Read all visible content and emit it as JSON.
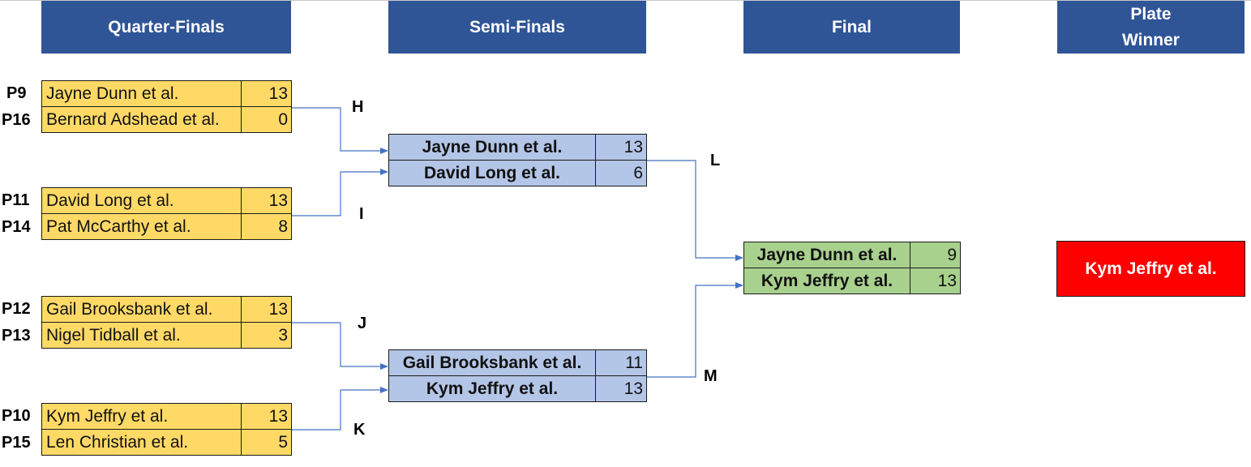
{
  "headers": {
    "quarter_finals": "Quarter-Finals",
    "semi_finals": "Semi-Finals",
    "final": "Final",
    "plate_winner": "Plate\nWinner"
  },
  "quarter_finals": [
    {
      "seed1": "P9",
      "team1": "Jayne Dunn et al.",
      "score1": "13",
      "seed2": "P16",
      "team2": "Bernard Adshead et al.",
      "score2": "0"
    },
    {
      "seed1": "P11",
      "team1": "David Long et al.",
      "score1": "13",
      "seed2": "P14",
      "team2": "Pat McCarthy et al.",
      "score2": "8"
    },
    {
      "seed1": "P12",
      "team1": "Gail Brooksbank et al.",
      "score1": "13",
      "seed2": "P13",
      "team2": "Nigel Tidball et al.",
      "score2": "3"
    },
    {
      "seed1": "P10",
      "team1": "Kym Jeffry et al.",
      "score1": "13",
      "seed2": "P15",
      "team2": "Len Christian et al.",
      "score2": "5"
    }
  ],
  "semi_finals": [
    {
      "team1": "Jayne Dunn et al.",
      "score1": "13",
      "team2": "David Long et al.",
      "score2": "6"
    },
    {
      "team1": "Gail Brooksbank et al.",
      "score1": "11",
      "team2": "Kym Jeffry et al.",
      "score2": "13"
    }
  ],
  "final": {
    "team1": "Jayne Dunn et al.",
    "score1": "9",
    "team2": "Kym Jeffry et al.",
    "score2": "13"
  },
  "match_labels": {
    "H": "H",
    "I": "I",
    "J": "J",
    "K": "K",
    "L": "L",
    "M": "M"
  },
  "winner": "Kym Jeffry et al.",
  "colors": {
    "header": "#2f5597",
    "quarter_final_cell": "#ffd966",
    "semi_final_cell": "#b4c6e7",
    "final_cell": "#a9d18e",
    "winner": "#ff0000",
    "connector": "#4472c4"
  }
}
